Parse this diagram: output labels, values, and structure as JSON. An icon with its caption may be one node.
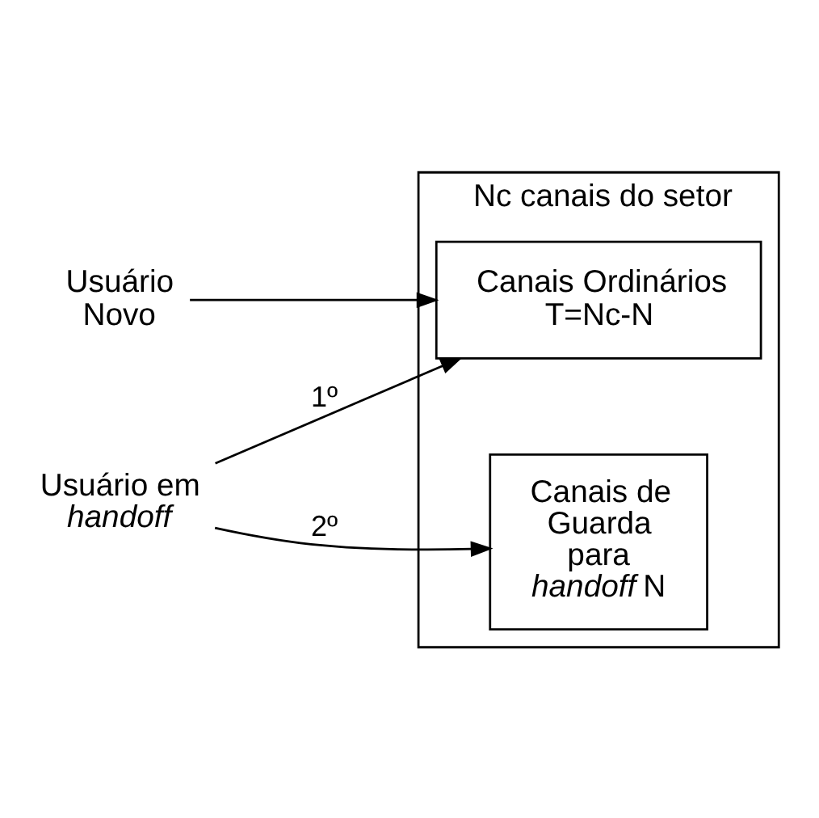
{
  "diagram": {
    "nodes": [
      {
        "text": [
          "Nc canais do setor"
        ]
      },
      {
        "text": [
          "Canais Ordinários",
          "T=Nc-N"
        ],
        "in": 0
      },
      {
        "text": [
          "Canais de Guarda para *handoff* N"
        ],
        "in": 0
      },
      {
        "text": [
          "Usuário Novo"
        ]
      },
      {
        "text": [
          "Usuário em *handoff*"
        ]
      }
    ],
    "edges": [
      {
        "from": 3,
        "to": 1,
        "arrow": "to"
      },
      {
        "from": 4,
        "to": 1,
        "arrow": "to",
        "label": "1º"
      },
      {
        "from": 4,
        "to": 2,
        "arrow": "to",
        "label": "2º"
      }
    ]
  }
}
